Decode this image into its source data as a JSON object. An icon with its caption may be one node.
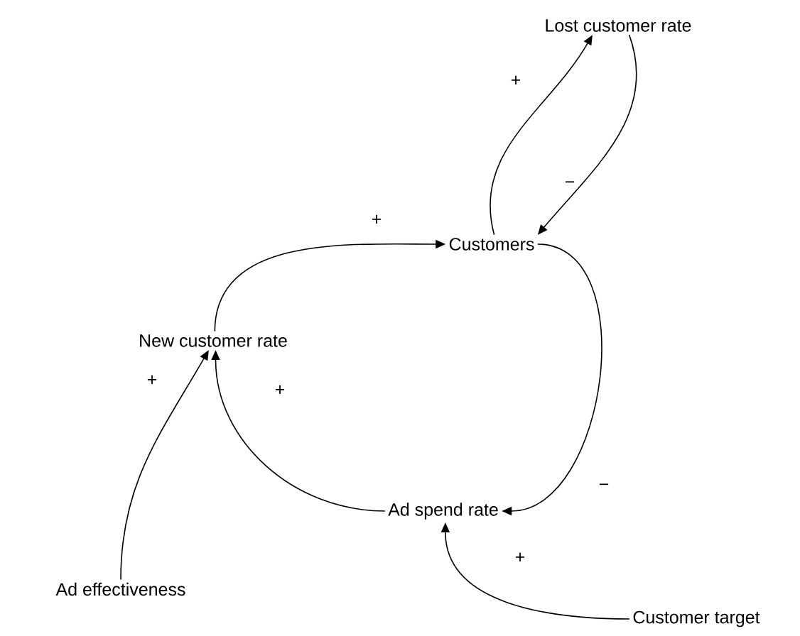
{
  "diagram": {
    "nodes": [
      {
        "text": [
          "Lost customer rate"
        ]
      },
      {
        "text": [
          "Customers"
        ]
      },
      {
        "text": [
          "New customer rate"
        ]
      },
      {
        "text": [
          "Ad spend rate"
        ]
      },
      {
        "text": [
          "Ad effectiveness"
        ]
      },
      {
        "text": [
          "Customer target"
        ]
      }
    ],
    "edges": [
      {
        "from": 1,
        "to": 0,
        "arrow": "to",
        "label": "+"
      },
      {
        "from": 0,
        "to": 1,
        "arrow": "to",
        "label": "−"
      },
      {
        "from": 2,
        "to": 1,
        "arrow": "to",
        "label": "+"
      },
      {
        "from": 1,
        "to": 3,
        "arrow": "to",
        "label": "−"
      },
      {
        "from": 3,
        "to": 2,
        "arrow": "to",
        "label": "+"
      },
      {
        "from": 4,
        "to": 2,
        "arrow": "to",
        "label": "+"
      },
      {
        "from": 5,
        "to": 3,
        "arrow": "to",
        "label": "+"
      }
    ]
  }
}
